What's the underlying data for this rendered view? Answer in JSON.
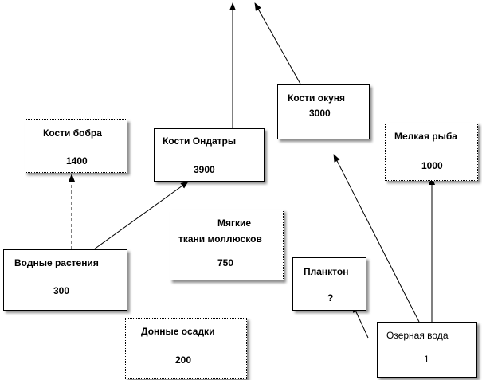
{
  "nodes": {
    "beaver_bones": {
      "title": "Кости бобра",
      "value": "1400"
    },
    "muskrat_bones": {
      "title": "Кости Ондатры",
      "value": "3900"
    },
    "perch_bones": {
      "title": "Кости окуня",
      "value": "3000"
    },
    "small_fish": {
      "title": "Мелкая рыба",
      "value": "1000"
    },
    "soft_tissues": {
      "title_line1": "Мягкие",
      "title_line2": "ткани моллюсков",
      "value": "750"
    },
    "water_plants": {
      "title": "Водные растения",
      "value": "300"
    },
    "plankton": {
      "title": "Планктон",
      "value": "?"
    },
    "bottom_sediments": {
      "title": "Донные осадки",
      "value": "200"
    },
    "lake_water": {
      "title": "Озерная вода",
      "value": "1"
    }
  },
  "colors": {
    "line": "#000000",
    "shadow": "#777777",
    "background": "#ffffff"
  }
}
